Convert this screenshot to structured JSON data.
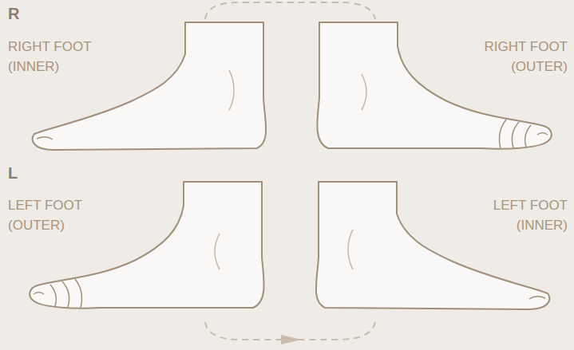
{
  "diagram": {
    "labels": [
      "R",
      "RIGHT FOOT (INNER)",
      "RIGHT FOOT (OUTER)",
      "L",
      "LEFT FOOT (OUTER)",
      "LEFT FOOT (INNER)"
    ]
  }
}
